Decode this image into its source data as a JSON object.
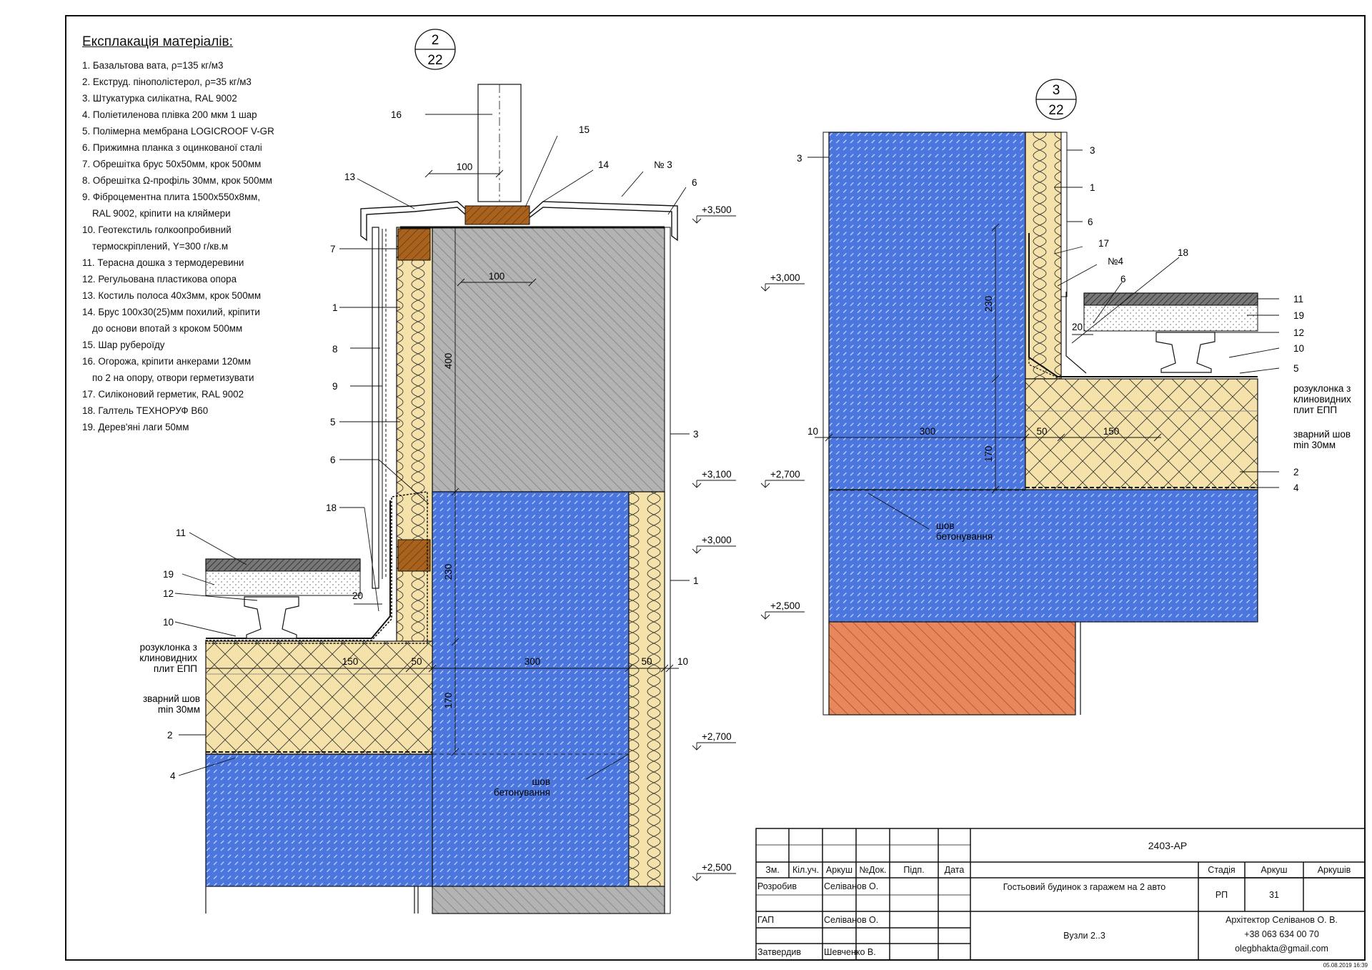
{
  "legend": {
    "title": "Експлакація матеріалів:",
    "items": [
      "1. Базальтова вата, ρ=135 кг/м3",
      "2. Екструд. пінополістерол, ρ=35 кг/м3",
      "3. Штукатурка силікатна, RAL 9002",
      "4. Поліетиленова плівка 200 мкм 1 шар",
      "5. Полімерна мембрана LOGICROOF V-GR",
      "6. Прижимна планка з оцинкованої сталі",
      "7. Обрешітка  брус 50х50мм, крок 500мм",
      "8. Обрешітка  Ω-профіль 30мм, крок 500мм",
      "9. Фіброцементна плита 1500х550х8мм,",
      "RAL 9002, кріпити на кляймери",
      "10. Геотекстиль голкоопробивний",
      "термоскріплений, Y=300 г/кв.м",
      "11. Терасна дошка з термодеревини",
      "12. Регульована пластикова опора",
      "13. Костиль полоса 40х3мм, крок 500мм",
      "14. Брус 100х30(25)мм похилий, кріпити",
      "до основи впотай з кроком 500мм",
      "15. Шар рубероїду",
      "16. Огорожа, кріпити анкерами 120мм",
      "по 2 на опору, отвори герметизувати",
      "17. Силіконовий герметик, RAL 9002",
      "18. Галтель ТЕХНОРУФ В60",
      "19. Дерев'яні лаги 50мм"
    ]
  },
  "detail2": {
    "mark_top": "2",
    "mark_bottom": "22",
    "levels": [
      "+3,500",
      "+3,100",
      "+3,000",
      "+2,700",
      "+2,500"
    ],
    "callouts": [
      "16",
      "15",
      "14",
      "№ 3",
      "6",
      "13",
      "7",
      "1",
      "8",
      "9",
      "5",
      "6",
      "18",
      "11",
      "19",
      "12",
      "10",
      "2",
      "4",
      "3",
      "1"
    ],
    "dims": [
      "100",
      "100",
      "400",
      "230",
      "170",
      "150",
      "50",
      "300",
      "50",
      "10",
      "20"
    ],
    "notes": {
      "slope": "розуклонка з\nклиновидних\nплит ЕПП",
      "weld": "зварний шов\nmin 30мм",
      "joint": "шов\nбетонування"
    }
  },
  "detail3": {
    "mark_top": "3",
    "mark_bottom": "22",
    "levels": [
      "+3,000",
      "+2,700",
      "+2,500"
    ],
    "callouts": [
      "3",
      "3",
      "1",
      "6",
      "17",
      "№4",
      "6",
      "18",
      "11",
      "19",
      "12",
      "10",
      "5",
      "2",
      "4"
    ],
    "dims": [
      "230",
      "170",
      "10",
      "300",
      "50",
      "150",
      "20"
    ],
    "notes": {
      "slope": "розуклонка з\nклиновидних\nплит ЕПП",
      "weld": "зварний шов\nmin 30мм",
      "joint": "шов\nбетонування"
    }
  },
  "title_block": {
    "code": "2403-АР",
    "col_heads": [
      "Зм.",
      "Кіл.уч.",
      "Аркуш",
      "№Док.",
      "Підп.",
      "Дата"
    ],
    "rows": [
      {
        "role": "Розробив",
        "name": "Селіванов О."
      },
      {
        "role": "ГАП",
        "name": "Селіванов О."
      },
      {
        "role": "Затвердив",
        "name": "Шевченко В."
      }
    ],
    "project": "Гостьовий будинок з гаражем на 2 авто",
    "sheet_title": "Вузли 2..3",
    "stage_label": "Стадія",
    "sheet_label": "Аркуш",
    "sheets_label": "Аркушів",
    "stage": "РП",
    "sheet": "31",
    "sheets": "",
    "architect": "Архітектор Селіванов О. В.",
    "phone": "+38 063 634 00 70",
    "email": "olegbhakta@gmail.com"
  },
  "stamp": "05.08.2019 16:39",
  "colors": {
    "concrete": "#3f6fdc",
    "insulation": "#f3dfa3",
    "xps": "#f3dfa3",
    "brick": "#e07a50",
    "plaster": "#a6a6a6",
    "timber": "#a8621e",
    "line": "#111111"
  }
}
